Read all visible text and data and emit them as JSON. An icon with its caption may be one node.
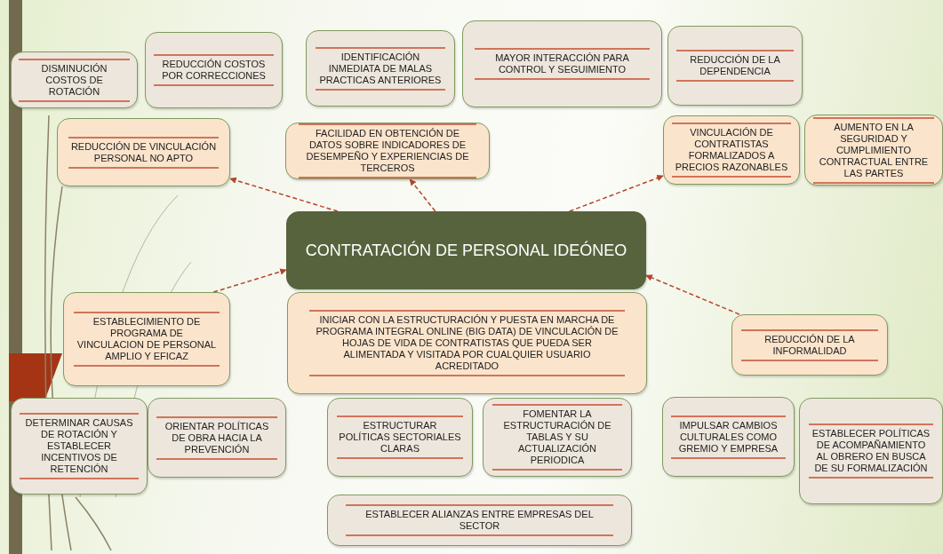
{
  "diagram": {
    "nodes": [
      {
        "text": [
          "DISMINUCIÓN COSTOS DE ROTACIÓN"
        ]
      },
      {
        "text": [
          "REDUCCIÓN COSTOS POR CORRECCIONES"
        ]
      },
      {
        "text": [
          "IDENTIFICACIÓN INMEDIATA DE MALAS PRACTICAS ANTERIORES"
        ]
      },
      {
        "text": [
          "MAYOR INTERACCIÓN PARA CONTROL Y SEGUIMIENTO"
        ]
      },
      {
        "text": [
          "REDUCCIÓN DE LA DEPENDENCIA"
        ]
      },
      {
        "text": [
          "REDUCCIÓN DE VINCULACIÓN PERSONAL NO APTO"
        ]
      },
      {
        "text": [
          "FACILIDAD EN OBTENCIÓN DE DATOS SOBRE INDICADORES DE DESEMPEÑO Y EXPERIENCIAS DE TERCEROS"
        ]
      },
      {
        "text": [
          "VINCULACIÓN DE CONTRATISTAS FORMALIZADOS A PRECIOS RAZONABLES"
        ]
      },
      {
        "text": [
          "AUMENTO EN LA SEGURIDAD Y CUMPLIMIENTO CONTRACTUAL ENTRE LAS PARTES"
        ]
      },
      {
        "text": [
          "CONTRATACIÓN DE PERSONAL IDEÓNEO"
        ]
      },
      {
        "text": [
          "ESTABLECIMIENTO DE PROGRAMA DE VINCULACION DE PERSONAL AMPLIO Y EFICAZ"
        ]
      },
      {
        "text": [
          "INICIAR CON LA ESTRUCTURACIÓN Y PUESTA EN MARCHA DE PROGRAMA INTEGRAL ONLINE (BIG DATA) DE VINCULACIÓN DE HOJAS DE VIDA DE CONTRATISTAS QUE PUEDA SER ALIMENTADA Y VISITADA POR CUALQUIER USUARIO ACREDITADO"
        ]
      },
      {
        "text": [
          "REDUCCIÓN DE LA INFORMALIDAD"
        ]
      },
      {
        "text": [
          "DETERMINAR CAUSAS DE ROTACIÓN Y ESTABLECER INCENTIVOS DE RETENCIÓN"
        ]
      },
      {
        "text": [
          "ORIENTAR POLÍTICAS DE OBRA HACIA LA PREVENCIÓN"
        ]
      },
      {
        "text": [
          "ESTRUCTURAR POLÍTICAS SECTORIALES CLARAS"
        ]
      },
      {
        "text": [
          "FOMENTAR LA ESTRUCTURACIÓN DE TABLAS Y SU ACTUALIZACIÓN PERIODICA"
        ]
      },
      {
        "text": [
          "IMPULSAR CAMBIOS CULTURALES COMO GREMIO Y EMPRESA"
        ]
      },
      {
        "text": [
          "ESTABLECER POLÍTICAS DE ACOMPAÑAMIENTO AL OBRERO EN BUSCA DE SU FORMALIZACIÓN"
        ]
      },
      {
        "text": [
          "ESTABLECER ALIANZAS ENTRE EMPRESAS DEL SECTOR"
        ]
      }
    ],
    "edges": [
      {
        "from": 9,
        "to": 5,
        "arrow": "to",
        "style": "dashed"
      },
      {
        "from": 9,
        "to": 6,
        "arrow": "to",
        "style": "dashed"
      },
      {
        "from": 9,
        "to": 7,
        "arrow": "to",
        "style": "dashed"
      },
      {
        "from": 10,
        "to": 9,
        "arrow": "to",
        "style": "dashed"
      },
      {
        "from": 12,
        "to": 9,
        "arrow": "to",
        "style": "dashed"
      }
    ]
  }
}
